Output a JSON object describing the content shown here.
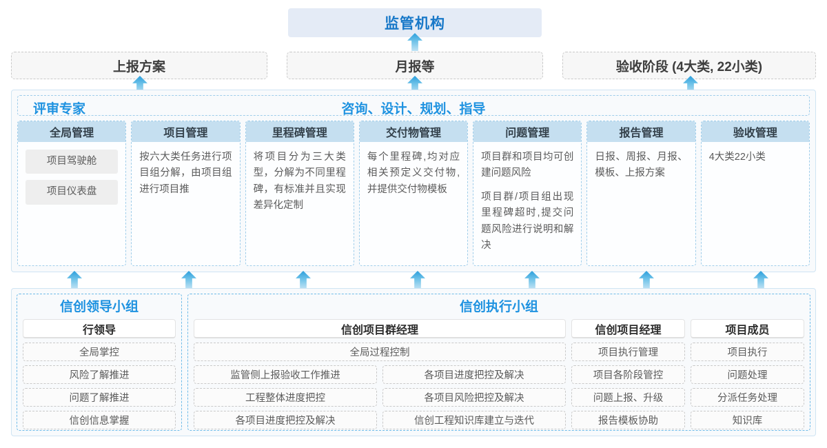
{
  "top": {
    "title": "监管机构",
    "outputs": [
      "上报方案",
      "月报等",
      "验收阶段 (4大类, 22小类)"
    ]
  },
  "middle": {
    "role_left": "评审专家",
    "role_right": "咨询、设计、规划、指导",
    "columns": [
      {
        "head": "全局管理",
        "pills": [
          "项目驾驶舱",
          "项目仪表盘"
        ],
        "paras": []
      },
      {
        "head": "项目管理",
        "pills": [],
        "paras": [
          "按六大类任务进行项目组分解，由项目组进行项目推"
        ]
      },
      {
        "head": "里程碑管理",
        "pills": [],
        "paras": [
          "将项目分为三大类型，分解为不同里程碑，有标准并且实现差异化定制"
        ]
      },
      {
        "head": "交付物管理",
        "pills": [],
        "paras": [
          "每个里程碑,均对应相关预定义交付物,并提供交付物模板"
        ]
      },
      {
        "head": "问题管理",
        "pills": [],
        "paras": [
          "项目群和项目均可创建问题风险",
          "项目群/项目组出现里程碑超时,提交问题风险进行说明和解决"
        ]
      },
      {
        "head": "报告管理",
        "pills": [],
        "paras": [
          "日报、周报、月报、模板、上报方案"
        ]
      },
      {
        "head": "验收管理",
        "pills": [],
        "paras": [
          "4大类22小类"
        ]
      }
    ]
  },
  "bottom": {
    "lead_group": {
      "title": "信创领导小组",
      "head": "行领导",
      "items": [
        "全局掌控",
        "风险了解推进",
        "问题了解推进",
        "信创信息掌握"
      ]
    },
    "exec_group": {
      "title": "信创执行小组",
      "pm_head": "信创项目群经理",
      "pm_wide_item": "全局过程控制",
      "pm_left_items": [
        "监管侧上报验收工作推进",
        "工程整体进度把控",
        "各项目进度把控及解决"
      ],
      "pm_right_items": [
        "各项目进度把控及解决",
        "各项目风险把控及解决",
        "信创工程知识库建立与迭代"
      ],
      "manager": {
        "head": "信创项目经理",
        "items": [
          "项目执行管理",
          "项目各阶段管控",
          "问题上报、升级",
          "报告模板协助"
        ]
      },
      "member": {
        "head": "项目成员",
        "items": [
          "项目执行",
          "问题处理",
          "分派任务处理",
          "知识库"
        ]
      }
    }
  },
  "colors": {
    "accent": "#1e92e0",
    "title_bg": "#e4ebf6",
    "col_head_bg": "#c5dff0",
    "arrow": "#2b9fdc"
  }
}
